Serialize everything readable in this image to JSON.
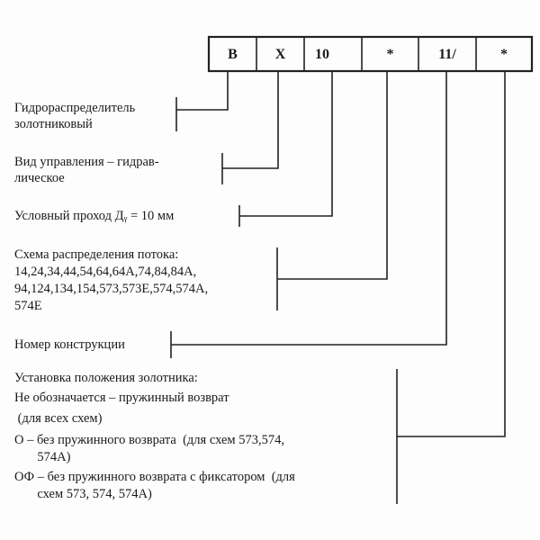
{
  "code_cells": [
    "В",
    "Х",
    "10",
    "*",
    "11/",
    "*"
  ],
  "labels": [
    {
      "lines": [
        "Гидрораспределитель",
        "золотниковый"
      ]
    },
    {
      "lines": [
        "Вид управления – гидрав-",
        "лическое"
      ]
    },
    {
      "lines": [
        "Условный проход Дᵧ = 10 мм"
      ]
    },
    {
      "lines": [
        "Схема распределения потока:",
        "14,24,34,44,54,64,64А,74,84,84А,",
        "94,124,134,154,573,573Е,574,574А,",
        "574Е"
      ]
    },
    {
      "lines": [
        "Номер конструкции"
      ]
    },
    {
      "lines": [
        "Установка положения золотника:",
        "Не обозначается – пружинный возврат",
        " (для всех схем)",
        "О – без пружинного возврата  (для схем 573,574,",
        "       574А)",
        "ОФ – без пружинного возврата с фиксатором  (для",
        "       схем 573, 574, 574А)"
      ]
    }
  ]
}
